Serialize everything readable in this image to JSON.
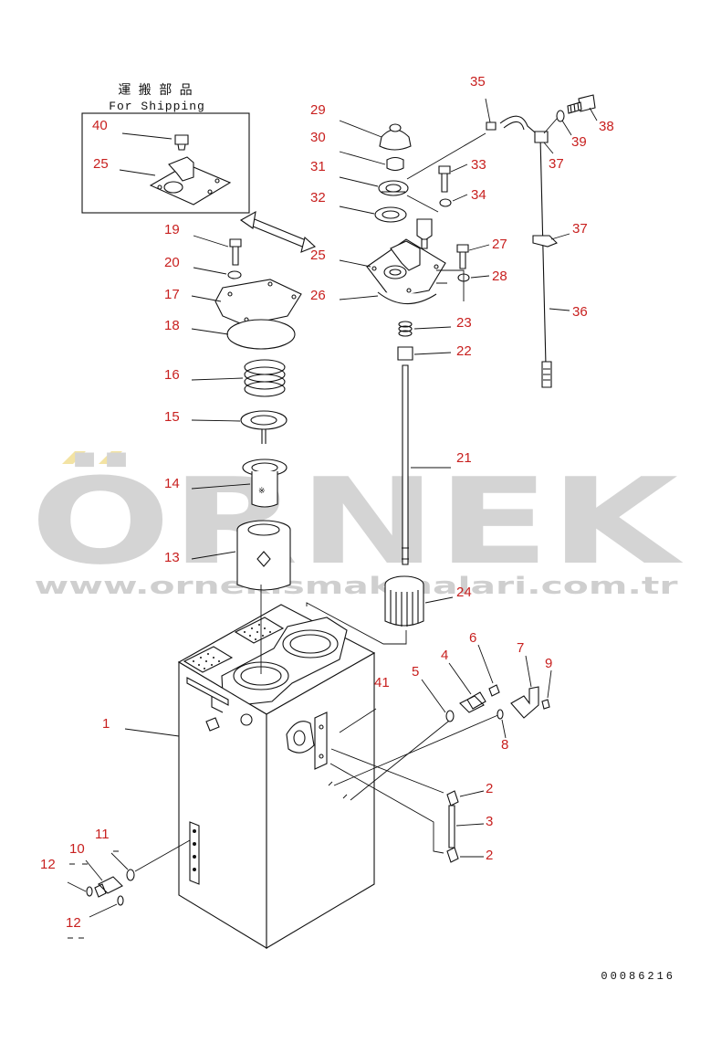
{
  "shipping_box": {
    "title_jp": "運 搬 部 品",
    "title_en": "For Shipping"
  },
  "drawing_number": "00086216",
  "watermark": {
    "brand": "ÖRNEK",
    "url": "www.ornekismakinalari.com.tr",
    "brand_color": "#d4d4d4",
    "accent_color": "#f3e3a3"
  },
  "label_color": "#c8201f",
  "callouts": [
    {
      "id": "40",
      "text": "40"
    },
    {
      "id": "25a",
      "text": "25"
    },
    {
      "id": "29",
      "text": "29"
    },
    {
      "id": "30",
      "text": "30"
    },
    {
      "id": "31",
      "text": "31"
    },
    {
      "id": "32",
      "text": "32"
    },
    {
      "id": "33",
      "text": "33"
    },
    {
      "id": "34",
      "text": "34"
    },
    {
      "id": "35",
      "text": "35"
    },
    {
      "id": "38",
      "text": "38"
    },
    {
      "id": "39",
      "text": "39"
    },
    {
      "id": "37a",
      "text": "37"
    },
    {
      "id": "37b",
      "text": "37"
    },
    {
      "id": "36",
      "text": "36"
    },
    {
      "id": "19",
      "text": "19"
    },
    {
      "id": "20",
      "text": "20"
    },
    {
      "id": "17",
      "text": "17"
    },
    {
      "id": "18",
      "text": "18"
    },
    {
      "id": "16",
      "text": "16"
    },
    {
      "id": "15",
      "text": "15"
    },
    {
      "id": "14",
      "text": "14"
    },
    {
      "id": "13",
      "text": "13"
    },
    {
      "id": "25b",
      "text": "25"
    },
    {
      "id": "26",
      "text": "26"
    },
    {
      "id": "27",
      "text": "27"
    },
    {
      "id": "28",
      "text": "28"
    },
    {
      "id": "23",
      "text": "23"
    },
    {
      "id": "22",
      "text": "22"
    },
    {
      "id": "21",
      "text": "21"
    },
    {
      "id": "24",
      "text": "24"
    },
    {
      "id": "5",
      "text": "5"
    },
    {
      "id": "4",
      "text": "4"
    },
    {
      "id": "6",
      "text": "6"
    },
    {
      "id": "7",
      "text": "7"
    },
    {
      "id": "9",
      "text": "9"
    },
    {
      "id": "8",
      "text": "8"
    },
    {
      "id": "41",
      "text": "41"
    },
    {
      "id": "1",
      "text": "1"
    },
    {
      "id": "2a",
      "text": "2"
    },
    {
      "id": "3",
      "text": "3"
    },
    {
      "id": "2b",
      "text": "2"
    },
    {
      "id": "11",
      "text": "11"
    },
    {
      "id": "10",
      "text": "10"
    },
    {
      "id": "12a",
      "text": "12"
    },
    {
      "id": "12b",
      "text": "12"
    }
  ]
}
